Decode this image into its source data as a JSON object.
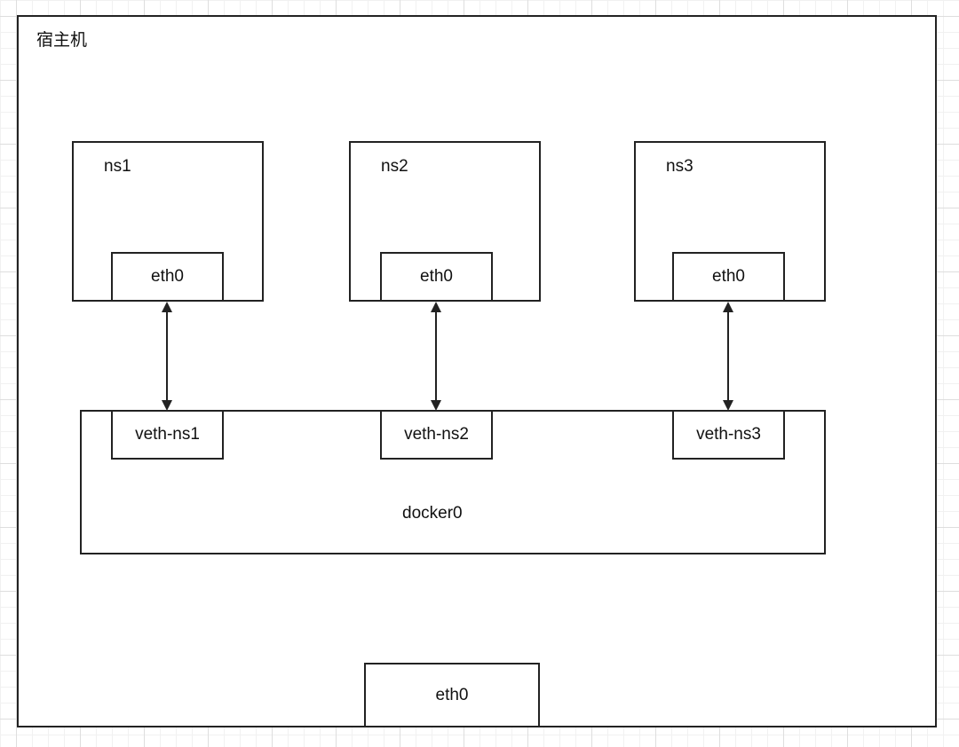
{
  "host": {
    "label": "宿主机"
  },
  "namespaces": [
    {
      "name": "ns1",
      "iface": "eth0"
    },
    {
      "name": "ns2",
      "iface": "eth0"
    },
    {
      "name": "ns3",
      "iface": "eth0"
    }
  ],
  "bridge": {
    "label": "docker0",
    "ports": [
      "veth-ns1",
      "veth-ns2",
      "veth-ns3"
    ]
  },
  "host_iface": {
    "label": "eth0"
  },
  "colors": {
    "stroke": "#222222",
    "grid": "#dedede",
    "fill": "#ffffff"
  }
}
